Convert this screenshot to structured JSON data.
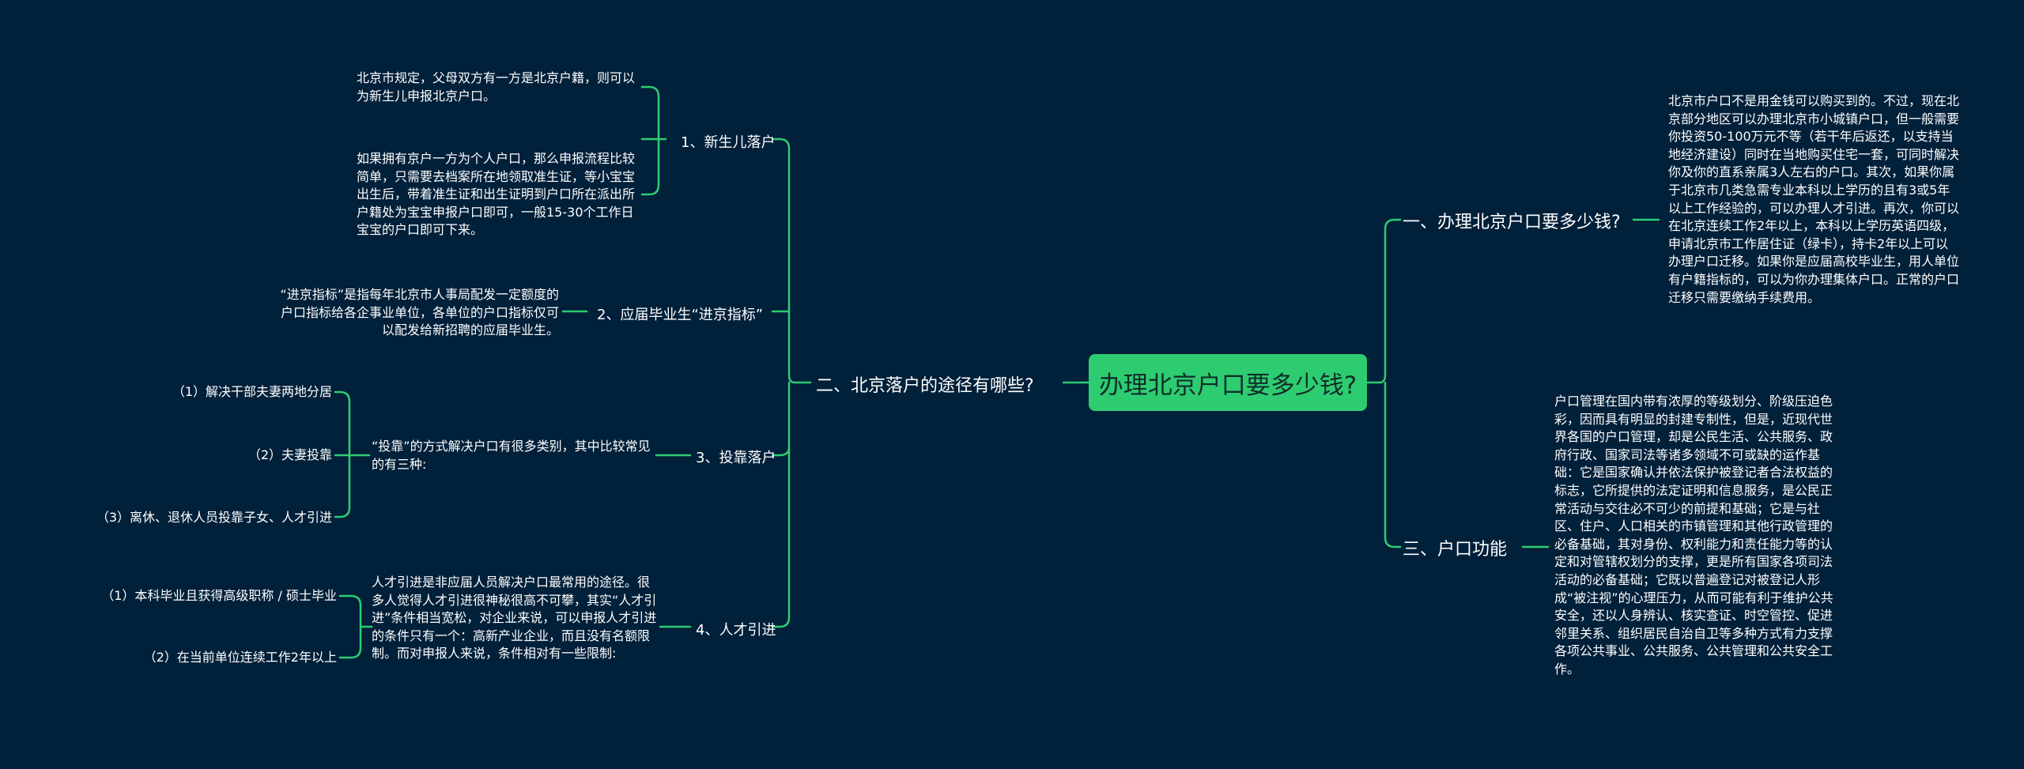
{
  "colors": {
    "background": "#01203a",
    "accent": "#2ecc71",
    "text": "#ffffff"
  },
  "root": "办理北京户口要多少钱?",
  "right": {
    "cost": {
      "title": "一、办理北京户口要多少钱?",
      "text": "北京市户口不是用金钱可以购买到的。不过，现在北京部分地区可以办理北京市小城镇户口，但一般需要你投资50-100万元不等（若干年后返还，以支持当地经济建设）同时在当地购买住宅一套，可同时解决你及你的直系亲属3人左右的户口。其次，如果你属于北京市几类急需专业本科以上学历的且有3或5年以上工作经验的，可以办理人才引进。再次，你可以在北京连续工作2年以上，本科以上学历英语四级，申请北京市工作居住证（绿卡），持卡2年以上可以办理户口迁移。如果你是应届高校毕业生，用人单位有户籍指标的，可以为你办理集体户口。正常的户口迁移只需要缴纳手续费用。"
    },
    "function": {
      "title": "三、户口功能",
      "text": "户口管理在国内带有浓厚的等级划分、阶级压迫色彩，因而具有明显的封建专制性，但是，近现代世界各国的户口管理，却是公民生活、公共服务、政府行政、国家司法等诸多领域不可或缺的运作基础：它是国家确认并依法保护被登记者合法权益的标志，它所提供的法定证明和信息服务，是公民正常活动与交往必不可少的前提和基础；它是与社区、住户、人口相关的市镇管理和其他行政管理的必备基础，其对身份、权利能力和责任能力等的认定和对管辖权划分的支撑，更是所有国家各项司法活动的必备基础；它既以普遍登记对被登记人形成“被注视”的心理压力，从而可能有利于维护公共安全，还以人身辨认、核实查证、时空管控、促进邻里关系、组织居民自治自卫等多种方式有力支撑各项公共事业、公共服务、公共管理和公共安全工作。"
    }
  },
  "left": {
    "title": "二、北京落户的途径有哪些?",
    "branches": [
      {
        "label": "1、新生儿落户",
        "items": [
          "北京市规定，父母双方有一方是北京户籍，则可以为新生儿申报北京户口。",
          "如果拥有京户一方为个人户口，那么申报流程比较简单，只需要去档案所在地领取准生证，等小宝宝出生后，带着准生证和出生证明到户口所在派出所户籍处为宝宝申报户口即可，一般15-30个工作日宝宝的户口即可下来。"
        ]
      },
      {
        "label": "2、应届毕业生“进京指标”",
        "items": [
          "“进京指标”是指每年北京市人事局配发一定额度的户口指标给各企事业单位，各单位的户口指标仅可以配发给新招聘的应届毕业生。"
        ]
      },
      {
        "label": "3、投靠落户",
        "desc": "“投靠”的方式解决户口有很多类别，其中比较常见的有三种:",
        "items": [
          "（1）解决干部夫妻两地分居",
          "（2）夫妻投靠",
          "（3）离休、退休人员投靠子女、人才引进"
        ]
      },
      {
        "label": "4、人才引进",
        "desc": "人才引进是非应届人员解决户口最常用的途径。很多人觉得人才引进很神秘很高不可攀，其实“人才引进”条件相当宽松，对企业来说，可以申报人才引进的条件只有一个：高新产业企业，而且没有名额限制。而对申报人来说，条件相对有一些限制:",
        "items": [
          "（1）本科毕业且获得高级职称 / 硕士毕业",
          "（2）在当前单位连续工作2年以上"
        ]
      }
    ]
  }
}
